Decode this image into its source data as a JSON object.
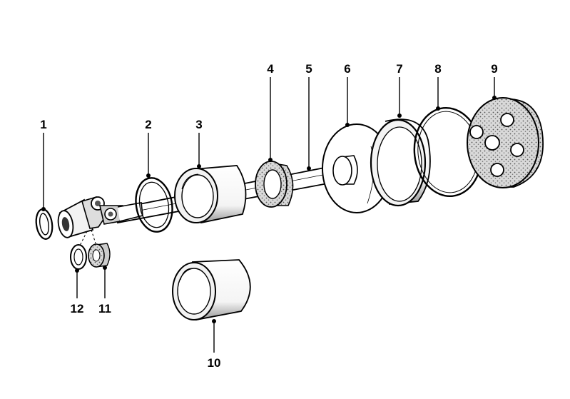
{
  "diagram": {
    "callouts": [
      {
        "id": "1",
        "label": "1"
      },
      {
        "id": "2",
        "label": "2"
      },
      {
        "id": "3",
        "label": "3"
      },
      {
        "id": "4",
        "label": "4"
      },
      {
        "id": "5",
        "label": "5"
      },
      {
        "id": "6",
        "label": "6"
      },
      {
        "id": "7",
        "label": "7"
      },
      {
        "id": "8",
        "label": "8"
      },
      {
        "id": "9",
        "label": "9"
      },
      {
        "id": "10",
        "label": "10"
      },
      {
        "id": "11",
        "label": "11"
      },
      {
        "id": "12",
        "label": "12"
      }
    ],
    "colors": {
      "ink": "#000000",
      "paper": "#ffffff",
      "shade": "#d9d9d9",
      "stipple": "#8a8a8a"
    }
  }
}
